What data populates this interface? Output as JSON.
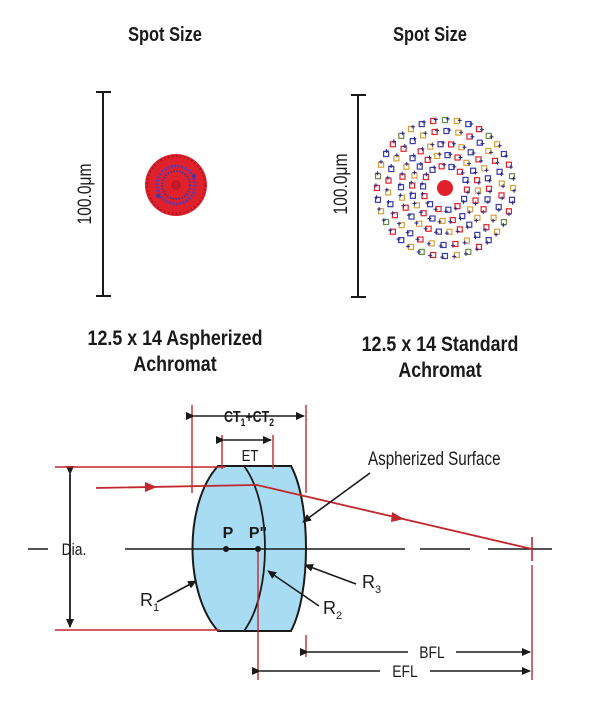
{
  "left_panel": {
    "title": "Spot Size",
    "scale_label": "100.0μm",
    "caption_line1": "12.5 x 14 Aspherized",
    "caption_line2": "Achromat"
  },
  "right_panel": {
    "title": "Spot Size",
    "scale_label": "100.0μm",
    "caption_line1": "12.5 x 14 Standard",
    "caption_line2": "Achromat"
  },
  "lens_diagram": {
    "ct_label_main": "CT",
    "ct_sub1": "1",
    "ct_plus": "+CT",
    "ct_sub2": "2",
    "et_label": "ET",
    "aspherized_surface_label": "Aspherized Surface",
    "dia_label": "Dia.",
    "p_label": "P",
    "p2_label": "P\"",
    "r1_label": "R",
    "r1_sub": "1",
    "r2_label": "R",
    "r2_sub": "2",
    "r3_label": "R",
    "r3_sub": "3",
    "bfl_label": "BFL",
    "efl_label": "EFL"
  },
  "colors": {
    "spot_red": "#e0202a",
    "spot_blue": "#3a3aa8",
    "lens_fill": "#a8dcf2",
    "ray_red": "#c1272d",
    "line_dark": "#1a1a1a"
  }
}
